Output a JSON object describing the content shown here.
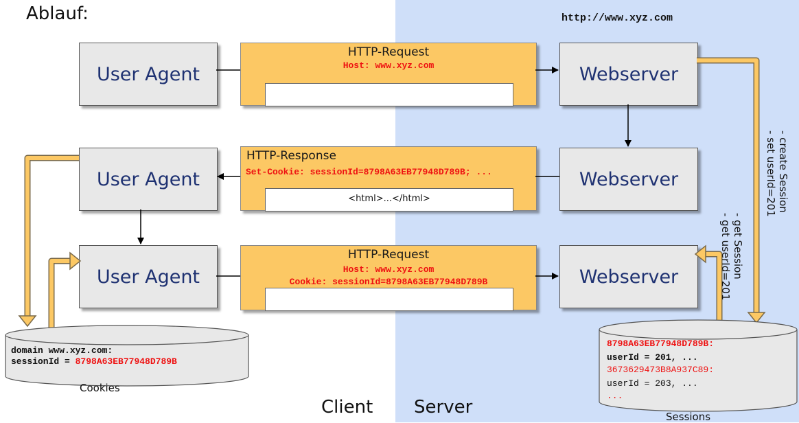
{
  "title": "Ablauf:",
  "url": "http://www.xyz.com",
  "zones": {
    "client": "Client",
    "server": "Server"
  },
  "row1": {
    "agent": "User Agent",
    "server": "Webserver",
    "message": {
      "title": "HTTP-Request",
      "lines": [
        "Host: www.xyz.com"
      ],
      "body": ""
    }
  },
  "row2": {
    "agent": "User Agent",
    "server": "Webserver",
    "message": {
      "title": "HTTP-Response",
      "lines": [
        "Set-Cookie: sessionId=8798A63EB77948D789B; ..."
      ],
      "body": "<html>...</html>"
    }
  },
  "row3": {
    "agent": "User Agent",
    "server": "Webserver",
    "message": {
      "title": "HTTP-Request",
      "lines": [
        "Host: www.xyz.com",
        "Cookie: sessionId=8798A63EB77948D789B"
      ],
      "body": ""
    }
  },
  "cookies": {
    "label": "Cookies",
    "line1": "domain www.xyz.com:",
    "line2_key": "sessionId = ",
    "line2_value": "8798A63EB77948D789B"
  },
  "sessions": {
    "label": "Sessions",
    "lines": [
      "8798A63EB77948D789B:",
      "userId = 201, ...",
      "3673629473B8A937C89:",
      "userId = 203, ...",
      "..."
    ]
  },
  "annotations": {
    "create": [
      "- create Session",
      "- set userId=201"
    ],
    "get": [
      "- get Session",
      "- get userId=201"
    ]
  },
  "colors": {
    "server_bg": "#cfdff9",
    "message_bg": "#fcc864",
    "box_bg": "#e8e8e8",
    "red_text": "#ee1111",
    "flow_arrow": "#fcc864"
  }
}
